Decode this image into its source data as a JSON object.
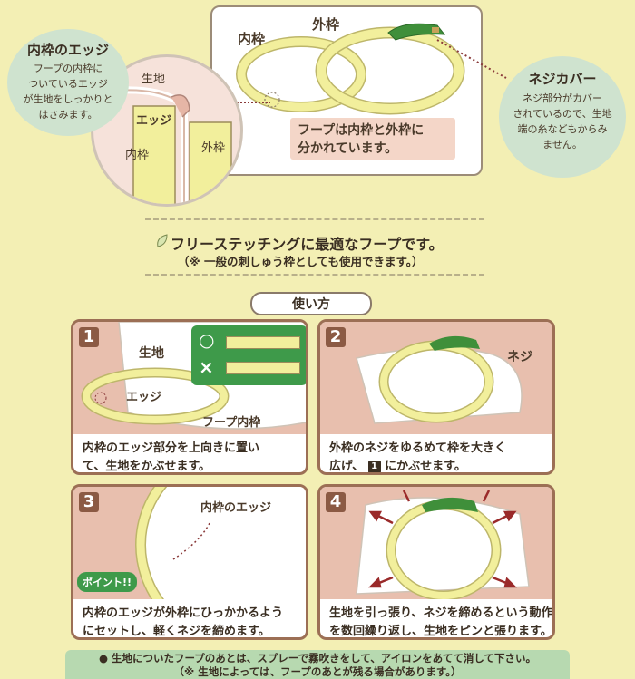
{
  "top_diagram": {
    "outer_label": "外枠",
    "inner_label": "内枠",
    "summary": "フープは内枠と外枠に\n分かれています。"
  },
  "inner_edge_callout": {
    "title": "内枠のエッジ",
    "body": "フープの内枠に\nついているエッジ\nが生地をしっかりと\nはさみます。"
  },
  "cross_section": {
    "fabric": "生地",
    "edge": "エッジ",
    "inner": "内枠",
    "outer": "外枠"
  },
  "screw_callout": {
    "title": "ネジカバー",
    "body": "ネジ部分がカバー\nされているので、生地\n端の糸などもからみ\nません。"
  },
  "headline": {
    "main": "フリーステッチングに最適なフープです。",
    "sub": "（※ 一般の刺しゅう枠としても使用できます。）"
  },
  "usage_title": "使い方",
  "steps": [
    {
      "number": "1",
      "labels": {
        "fabric": "生地",
        "edge": "エッジ",
        "hoop": "フープ内枠",
        "ok": "○",
        "ng": "×"
      },
      "caption": "内枠のエッジ部分を上向きに置い\nて、生地をかぶせます。"
    },
    {
      "number": "2",
      "labels": {
        "screw": "ネジ"
      },
      "caption_a": "外枠のネジをゆるめて枠を大きく",
      "caption_b1": "広げ、",
      "caption_ref": "1",
      "caption_b2": "にかぶせます。"
    },
    {
      "number": "3",
      "labels": {
        "edge": "内枠のエッジ",
        "point": "ポイント!!"
      },
      "caption": "内枠のエッジが外枠にひっかかるよう\nにセットし、軽くネジを締めます。"
    },
    {
      "number": "4",
      "caption": "生地を引っ張り、ネジを締めるという動作\nを数回繰り返し、生地をピンと張ります。"
    }
  ],
  "bottom_note": {
    "line1": "● 生地についたフープのあとは、スプレーで霧吹きをして、アイロンをあてて消して下さい。",
    "line2": "（※ 生地によっては、フープのあとが残る場合があります。）"
  },
  "colors": {
    "background": "#f3efb4",
    "callout_green": "#cfe3cf",
    "panel_border": "#9c6f55",
    "panel_scene": "#e8bfae",
    "hoop_yellow": "#f2ef9c",
    "screw_green": "#3f8f3a",
    "arrow_red": "#9a2a2a"
  }
}
